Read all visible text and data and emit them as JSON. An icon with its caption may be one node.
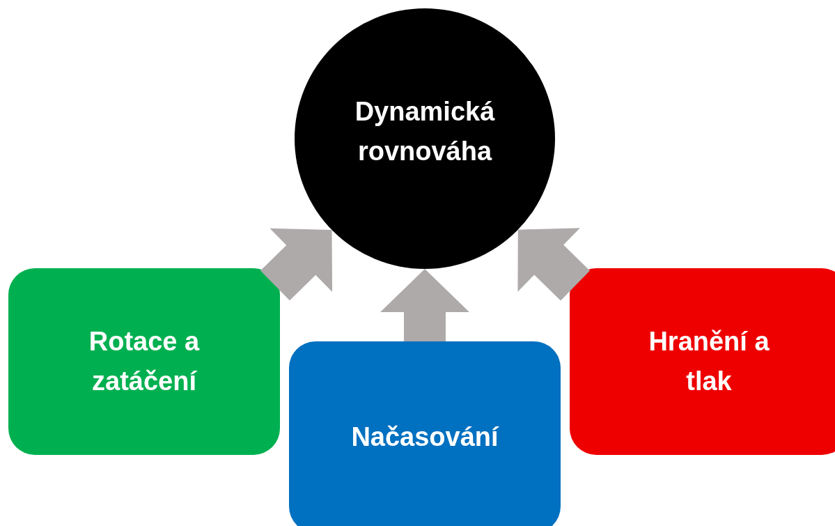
{
  "diagram": {
    "nodes": [
      {
        "text": [
          "Dynamická rovnováha"
        ]
      },
      {
        "text": [
          "Rotace a zatáčení"
        ]
      },
      {
        "text": [
          "Načasování"
        ]
      },
      {
        "text": [
          "Hranění a tlak"
        ]
      }
    ],
    "edges": [
      {
        "from": 1,
        "to": 0,
        "arrow": "to"
      },
      {
        "from": 2,
        "to": 0,
        "arrow": "to"
      },
      {
        "from": 3,
        "to": 0,
        "arrow": "to"
      }
    ]
  }
}
